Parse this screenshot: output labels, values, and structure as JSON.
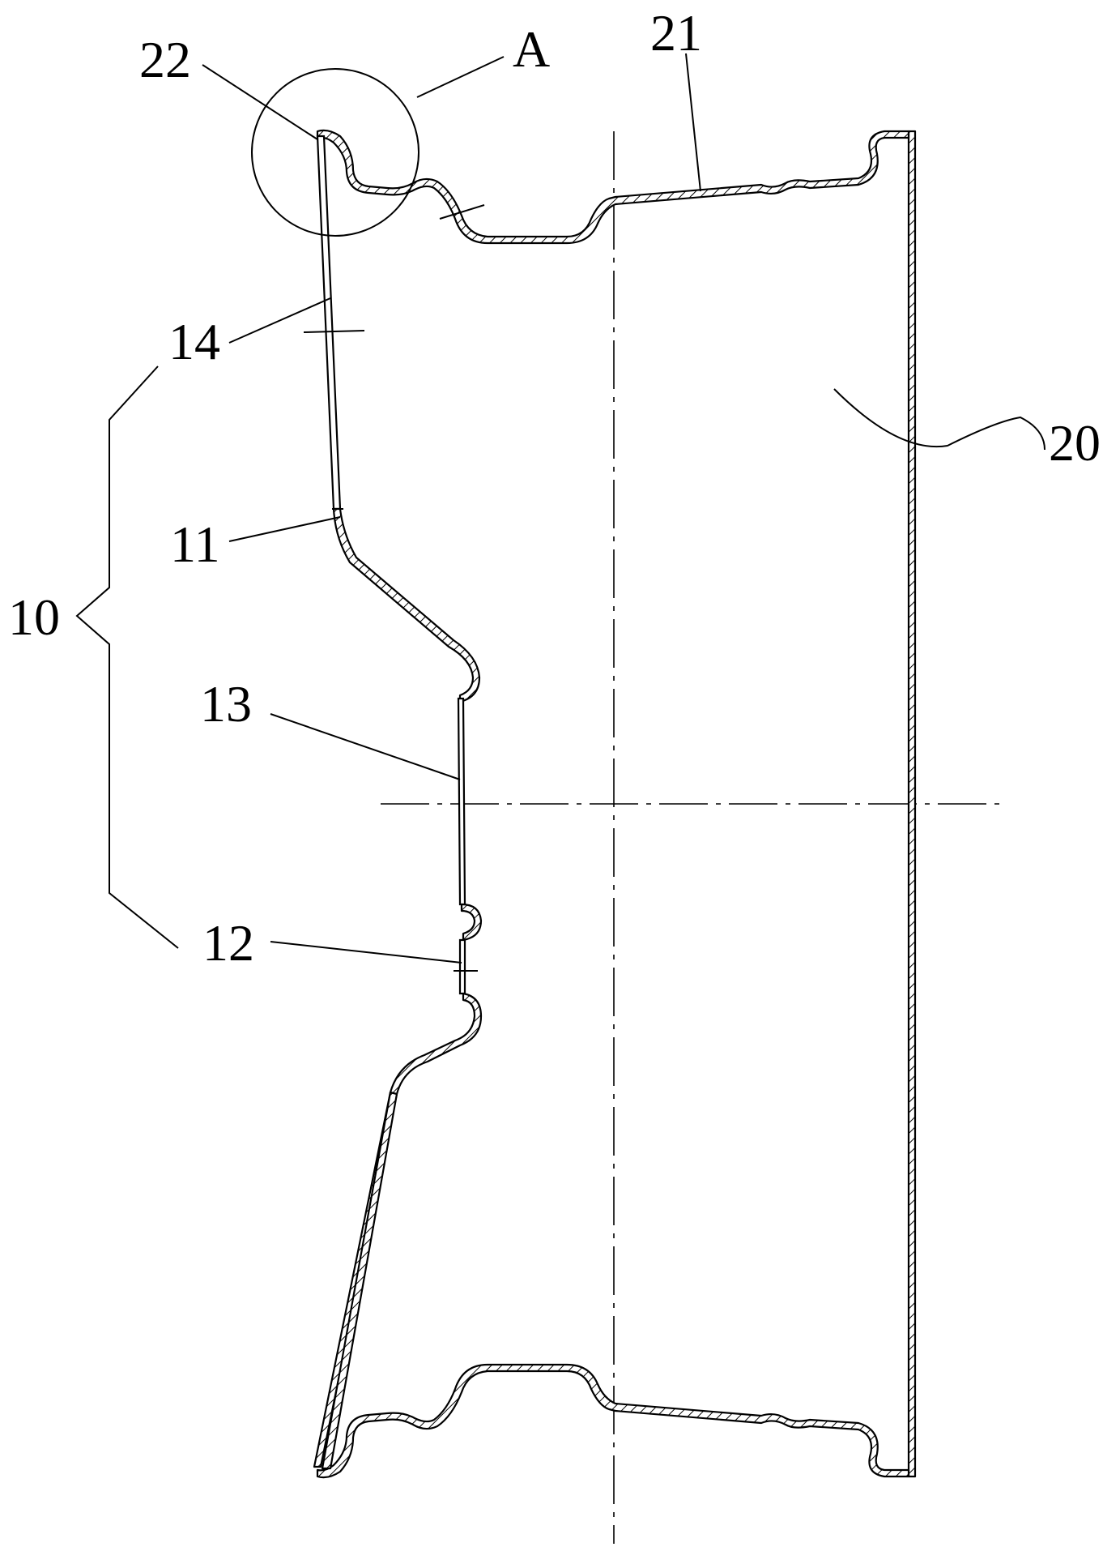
{
  "labels": {
    "a": "A",
    "l22": "22",
    "l21": "21",
    "l14": "14",
    "l20": "20",
    "l11": "11",
    "l10": "10",
    "l13": "13",
    "l12": "12"
  },
  "colors": {
    "line": "#000000",
    "background": "#ffffff"
  }
}
